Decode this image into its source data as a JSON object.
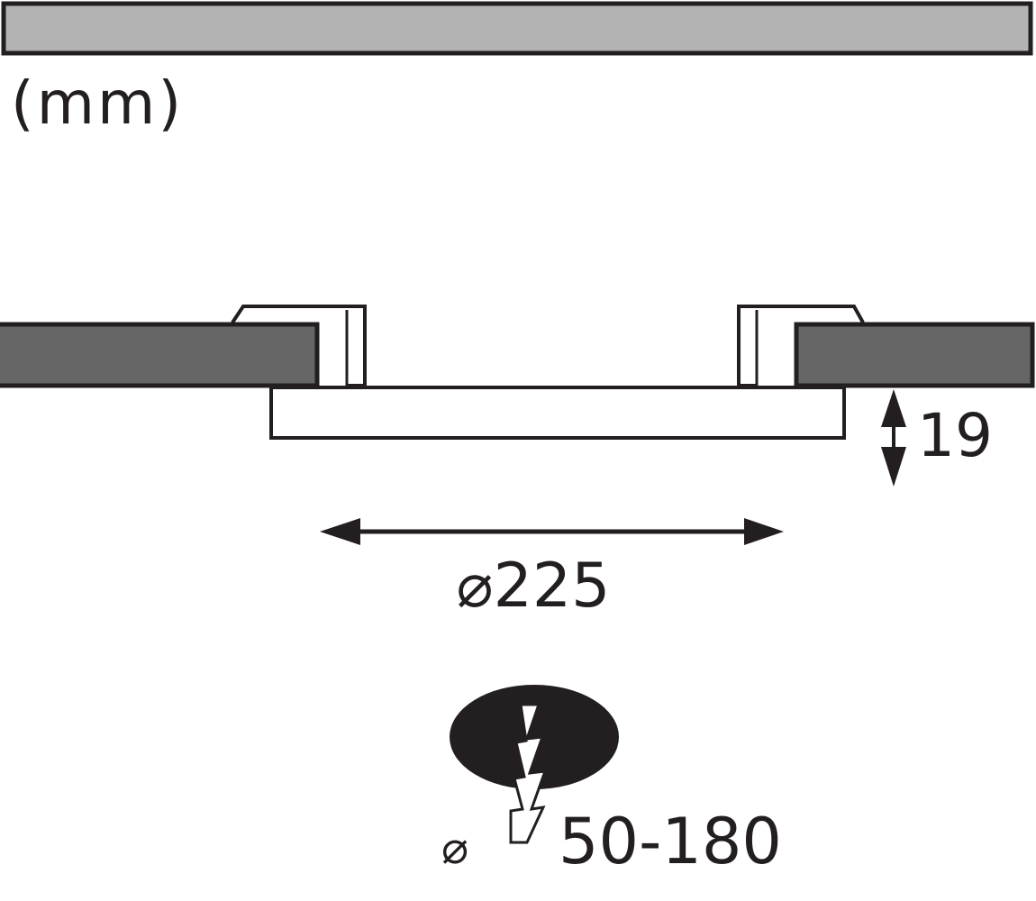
{
  "units_label": "(mm)",
  "dimensions": {
    "height": {
      "value": "19"
    },
    "diameter": {
      "symbol": "⌀",
      "value": "225",
      "text": "⌀225"
    },
    "cutout": {
      "symbol": "⌀",
      "range": "50-180"
    }
  },
  "colors": {
    "stroke": "#231f20",
    "panel_fill": "#b3b3b3",
    "ceiling_fill": "#666666",
    "hole_fill": "#231f20",
    "light_fill": "#ffffff"
  },
  "icons": {
    "ceiling_panel": "ceiling-board-icon",
    "height_arrow": "double-arrow-vertical-icon",
    "width_arrow": "double-arrow-horizontal-icon",
    "cutout": "drill-hole-icon"
  }
}
